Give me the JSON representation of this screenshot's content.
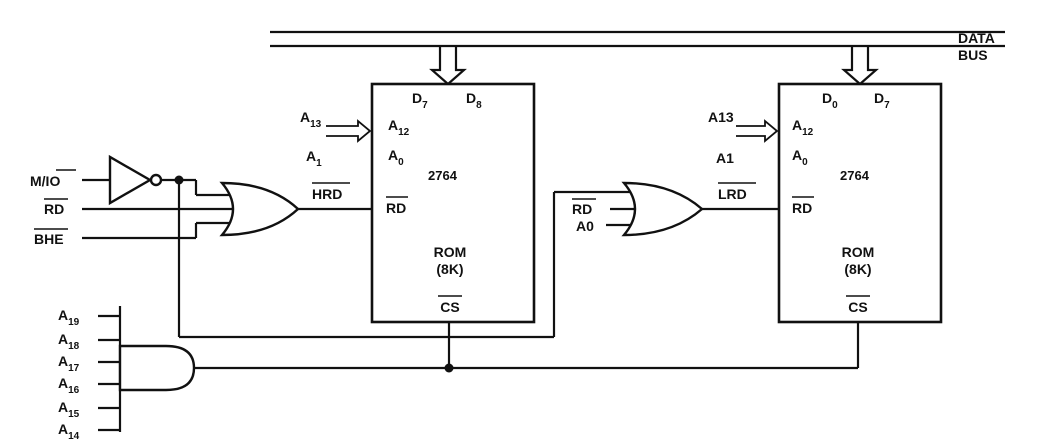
{
  "bus": {
    "line1": "DATA",
    "line2": "BUS"
  },
  "inputs": {
    "mio": "M/IO",
    "rd": "RD",
    "bhe": "BHE"
  },
  "rom_left": {
    "d_lo": "D",
    "d_lo_sub": "7",
    "d_hi": "D",
    "d_hi_sub": "8",
    "addr_hi": "A",
    "addr_hi_sub": "12",
    "addr_lo": "A",
    "addr_lo_sub": "0",
    "part": "2764",
    "rd_pin": "RD",
    "type": "ROM",
    "size": "(8K)",
    "cs": "CS",
    "ext_addr_hi": "A",
    "ext_addr_hi_sub": "13",
    "ext_addr_lo": "A",
    "ext_addr_lo_sub": "1"
  },
  "rom_right": {
    "d_lo": "D",
    "d_lo_sub": "0",
    "d_hi": "D",
    "d_hi_sub": "7",
    "addr_hi": "A",
    "addr_hi_sub": "12",
    "addr_lo": "A",
    "addr_lo_sub": "0",
    "part": "2764",
    "rd_pin": "RD",
    "type": "ROM",
    "size": "(8K)",
    "cs": "CS",
    "ext_addr_hi": "A13",
    "ext_addr_lo": "A1"
  },
  "signals": {
    "hrd": "HRD",
    "lrd": "LRD",
    "rd2": "RD",
    "a0": "A0"
  },
  "address_lines": [
    {
      "base": "A",
      "sub": "19"
    },
    {
      "base": "A",
      "sub": "18"
    },
    {
      "base": "A",
      "sub": "17"
    },
    {
      "base": "A",
      "sub": "16"
    },
    {
      "base": "A",
      "sub": "15"
    },
    {
      "base": "A",
      "sub": "14"
    }
  ]
}
